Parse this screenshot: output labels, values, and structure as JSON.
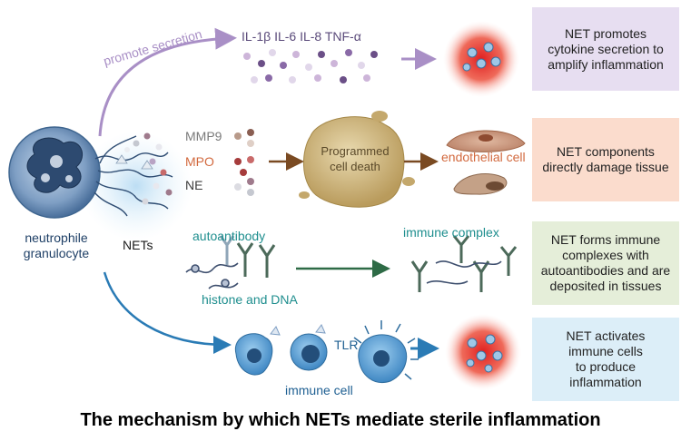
{
  "colors": {
    "purple": "#a98fc6",
    "brown": "#7a4a22",
    "green": "#2e6b46",
    "blue": "#2a7bb5",
    "box_purple": "#e7def1",
    "box_peach": "#fbdccd",
    "box_green": "#e5eed9",
    "box_blue": "#dceef8",
    "teal_text": "#1e8e8e",
    "red_text": "#d2693e"
  },
  "neutrophil": {
    "line1": "neutrophile",
    "line2": "granulocyte",
    "nets_label": "NETs"
  },
  "row1": {
    "arrow_label": "promote secretion",
    "cytokines": "IL-1β IL-6 IL-8 TNF-α",
    "box": [
      "NET promotes",
      "cytokine secretion to",
      "amplify inflammation"
    ]
  },
  "row2": {
    "mmp9": "MMP9",
    "mpo": "MPO",
    "ne": "NE",
    "death": [
      "Programmed",
      "cell death"
    ],
    "endothelial": "endothelial cell",
    "box": [
      "NET components",
      "directly damage tissue"
    ]
  },
  "row3": {
    "autoantibody": "autoantibody",
    "histone": "histone and DNA",
    "immune_complex": "immune complex",
    "box": [
      "NET forms immune",
      "complexes with",
      "autoantibodies and are",
      "deposited in tissues"
    ]
  },
  "row4": {
    "tlr": "TLR",
    "immune_cell": "immune cell",
    "box": [
      "NET activates",
      "immune cells",
      "to produce",
      "inflammation"
    ]
  },
  "caption": "The mechanism by which NETs mediate sterile inflammation"
}
